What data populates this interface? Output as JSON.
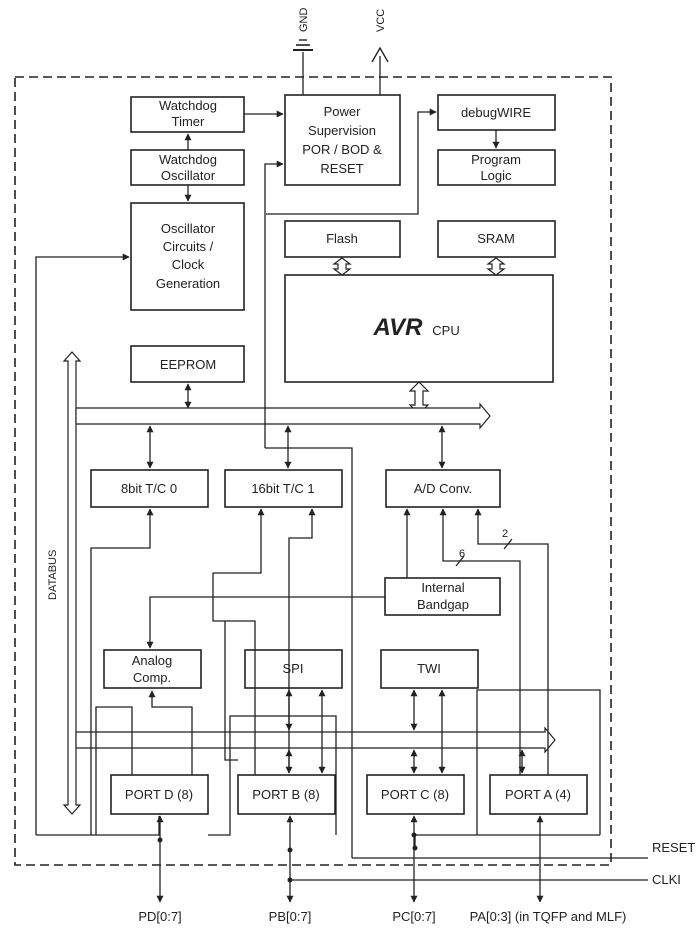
{
  "power_pins": {
    "gnd": "GND",
    "vcc": "VCC"
  },
  "blocks": {
    "watchdog_timer": [
      "Watchdog",
      "Timer"
    ],
    "watchdog_oscillator": [
      "Watchdog",
      "Oscillator"
    ],
    "oscillator_circuits": [
      "Oscillator",
      "Circuits /",
      "Clock",
      "Generation"
    ],
    "power_supervision": [
      "Power",
      "Supervision",
      "POR / BOD &",
      "RESET"
    ],
    "debugwire": "debugWIRE",
    "program_logic": [
      "Program",
      "Logic"
    ],
    "flash": "Flash",
    "sram": "SRAM",
    "cpu_logo": "AVR",
    "cpu_label": "CPU",
    "eeprom": "EEPROM",
    "tc0": "8bit T/C 0",
    "tc1": "16bit T/C 1",
    "adc": "A/D Conv.",
    "bandgap": [
      "Internal",
      "Bandgap"
    ],
    "analog_comp": [
      "Analog",
      "Comp."
    ],
    "spi": "SPI",
    "twi": "TWI",
    "port_d": "PORT D (8)",
    "port_b": "PORT B (8)",
    "port_c": "PORT C (8)",
    "port_a": "PORT A (4)"
  },
  "databus_label": "DATABUS",
  "bus_widths": {
    "adc_6": "6",
    "adc_2": "2"
  },
  "external_signals": {
    "reset": "RESET",
    "clki": "CLKI"
  },
  "pins": {
    "pd": "PD[0:7]",
    "pb": "PB[0:7]",
    "pc": "PC[0:7]",
    "pa": "PA[0:3] (in TQFP and MLF)"
  }
}
